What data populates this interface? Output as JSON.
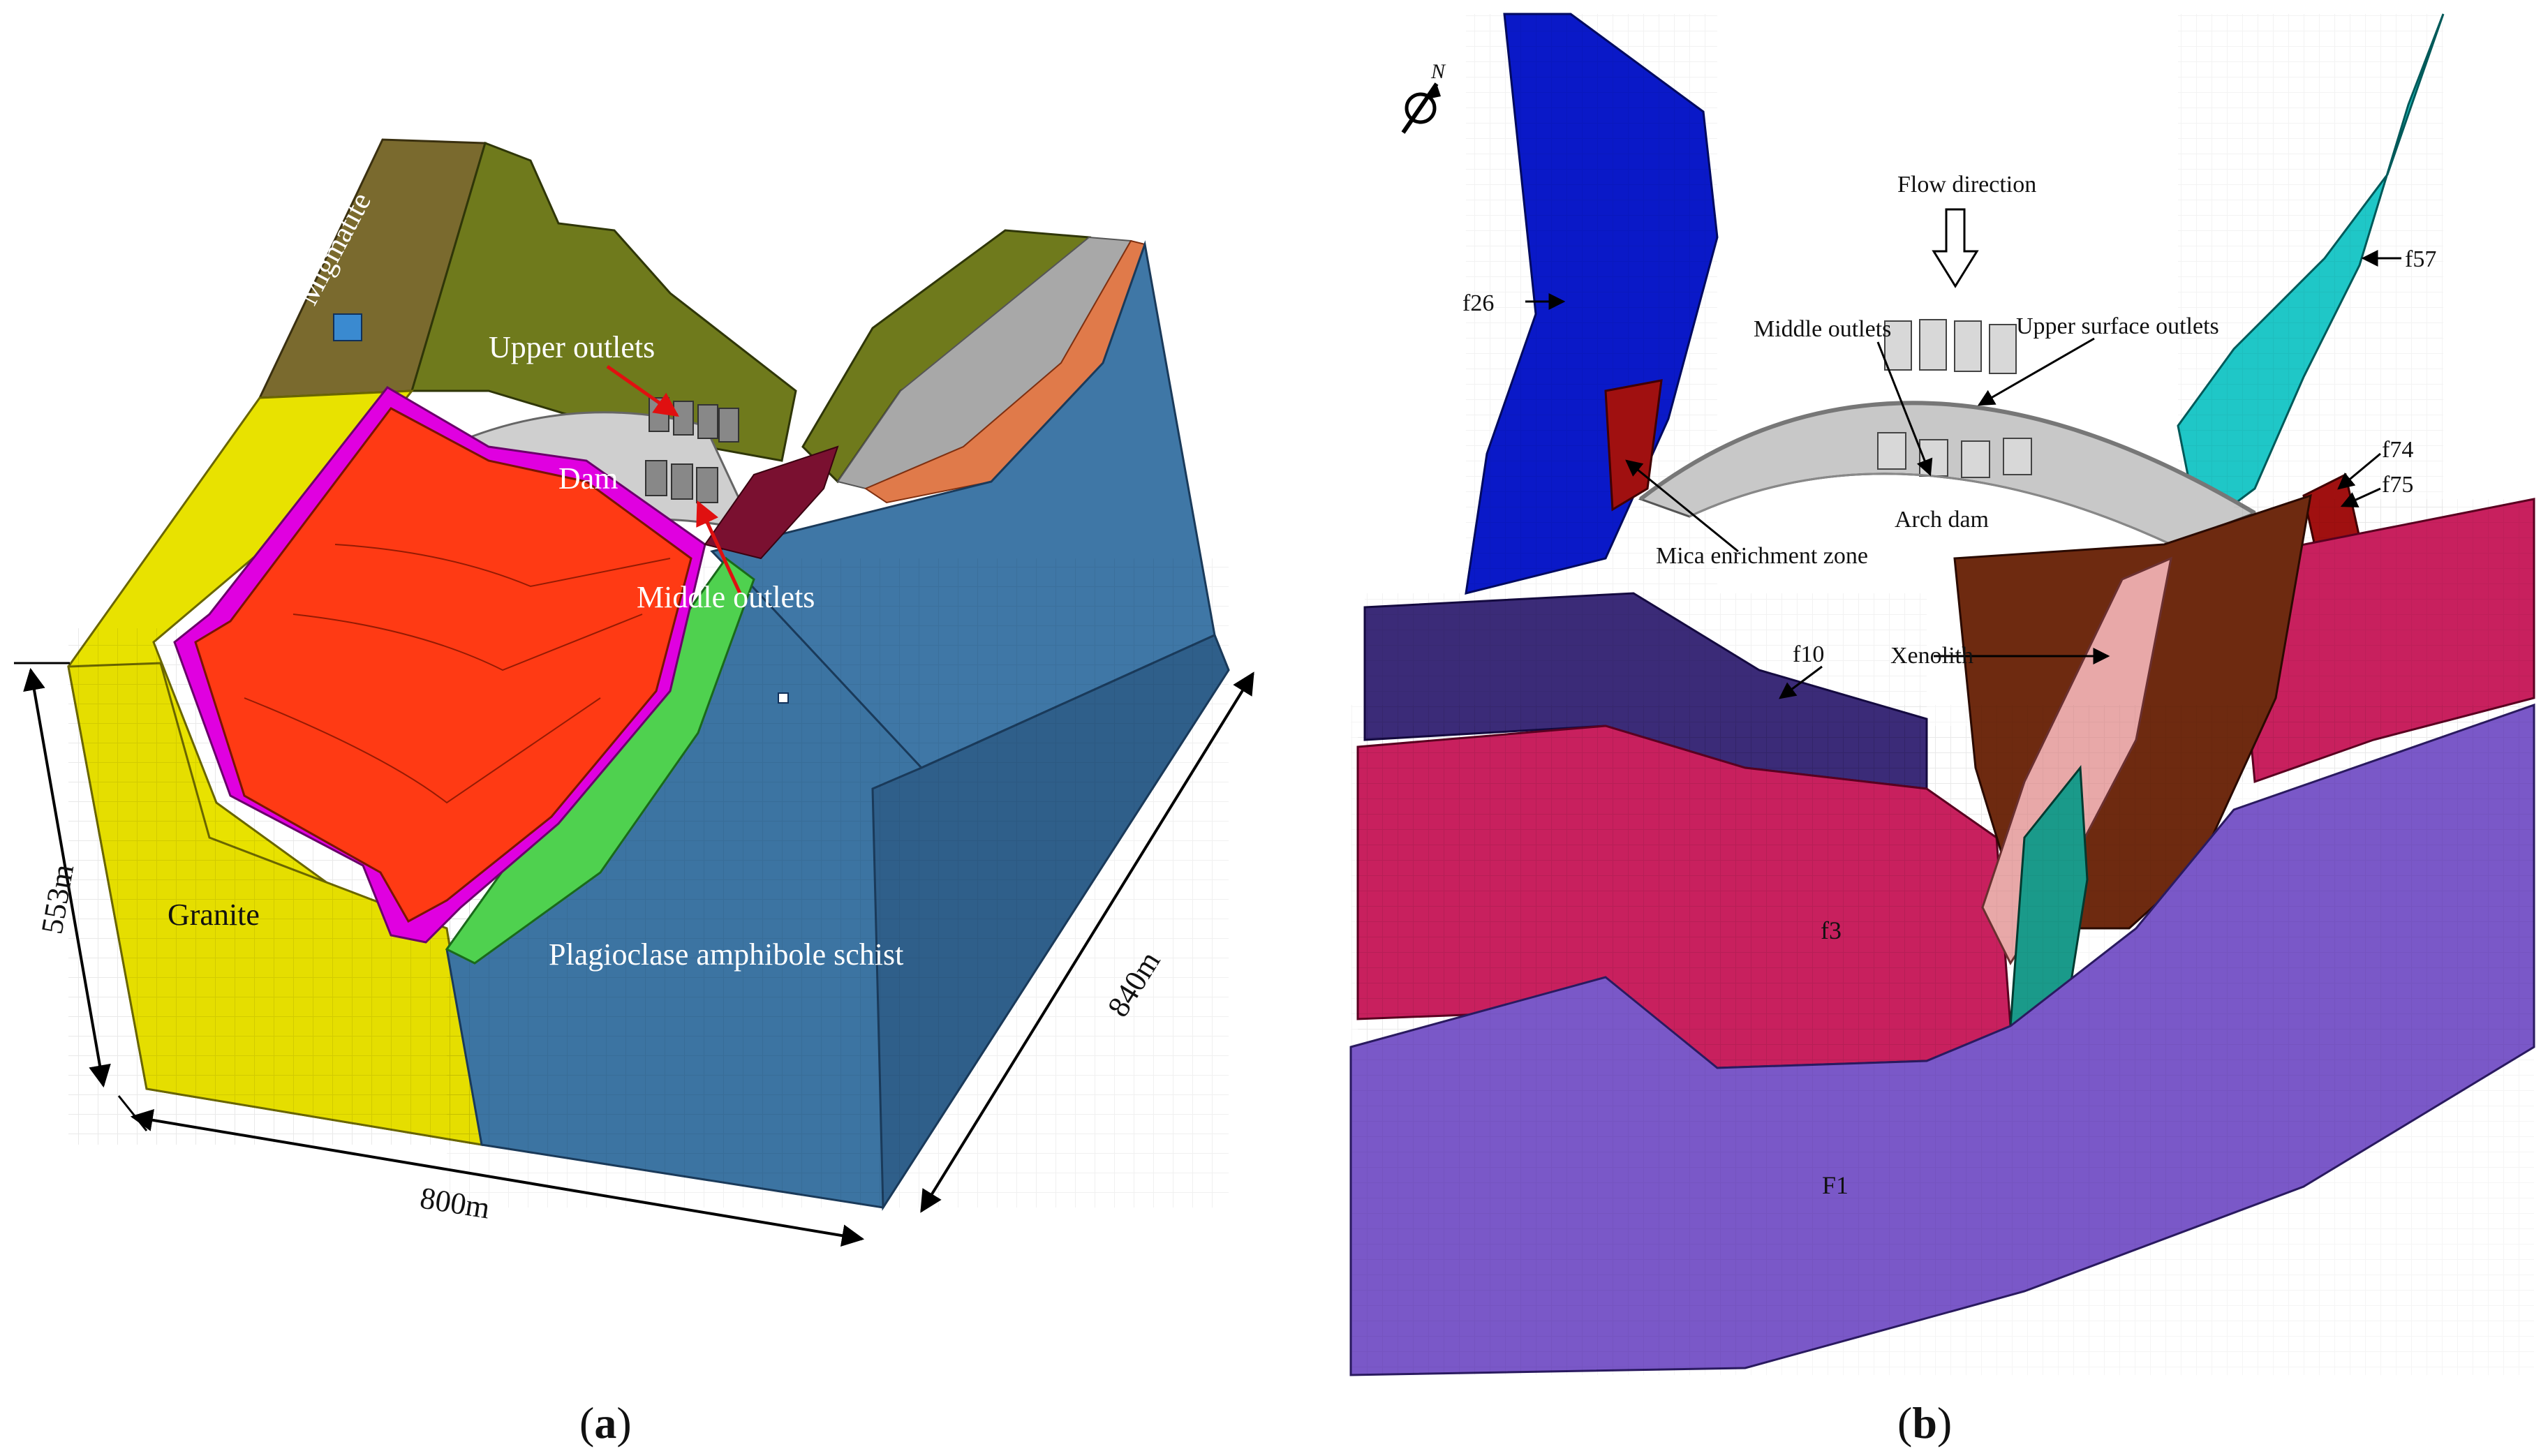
{
  "panel_a": {
    "caption_open": "(",
    "caption_letter": "a",
    "caption_close": ")",
    "labels": {
      "migmatite": "Migmatite",
      "upper_outlets": "Upper outlets",
      "dam": "Dam",
      "middle_outlets": "Middle outlets",
      "granite": "Granite",
      "schist": "Plagioclase amphibole schist"
    },
    "dimensions": {
      "height": "553m",
      "width": "800m",
      "depth": "840m"
    },
    "colors": {
      "migmatite": "#7a6a2e",
      "olive": "#6f7a1c",
      "granite": "#e8e200",
      "red": "#ff3a14",
      "magenta": "#e000e0",
      "schist": "#3f77a6",
      "green": "#4fd14f",
      "dam": "#cfcfcf"
    }
  },
  "panel_b": {
    "caption_open": "(",
    "caption_letter": "b",
    "caption_close": ")",
    "north_label": "N",
    "labels": {
      "flow_direction": "Flow direction",
      "middle_outlets": "Middle outlets",
      "upper_surface_outlets": "Upper surface outlets",
      "arch_dam": "Arch dam",
      "mica_zone": "Mica enrichment zone",
      "xenolith": "Xenolith",
      "f26": "f26",
      "f57": "f57",
      "f74": "f74",
      "f75": "f75",
      "f10": "f10",
      "f3": "f3",
      "F1": "F1"
    },
    "colors": {
      "blue": "#0a19c8",
      "cyan": "#1fc7c7",
      "darkred": "#a01010",
      "brown": "#6e2a10",
      "pink": "#c8205e",
      "purple": "#3b2b78",
      "violet": "#7a58c8",
      "lightpink": "#e8a8a8",
      "teal": "#1a9a8a"
    }
  }
}
